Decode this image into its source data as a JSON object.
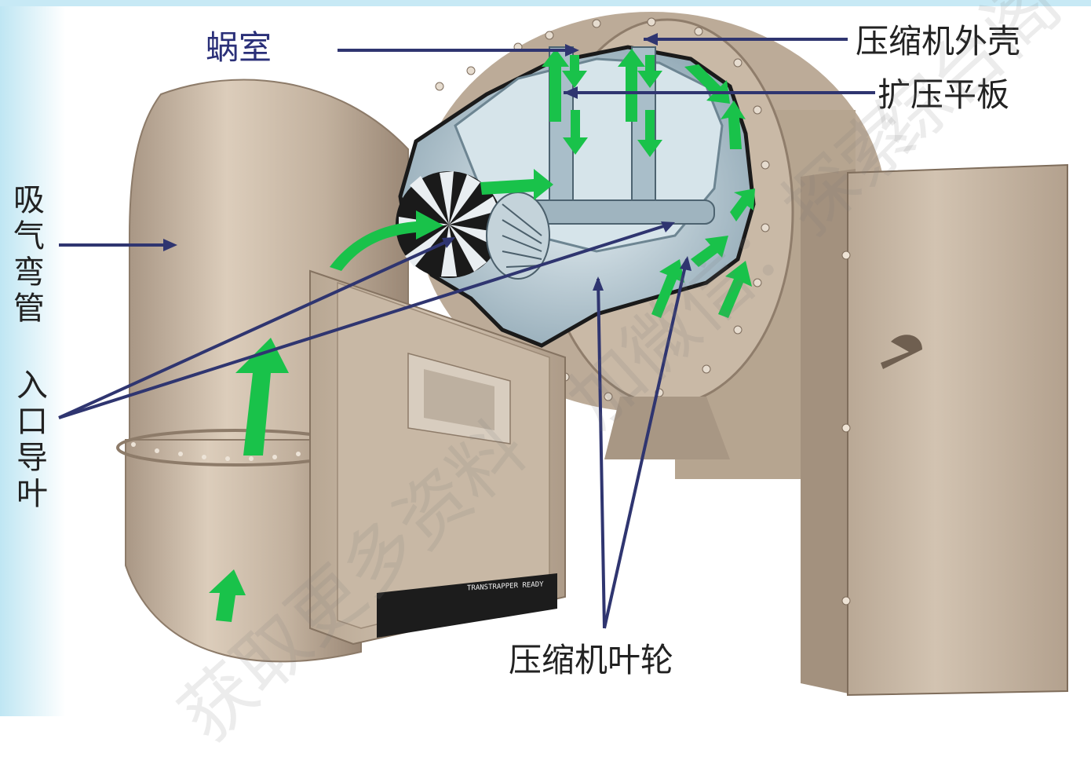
{
  "labels": {
    "volute": "蜗室",
    "compressor_casing": "压缩机外壳",
    "diffuser_plate": "扩压平板",
    "suction_elbow": "吸气弯管",
    "inlet_guide_vanes": "入口导叶",
    "impeller": "压缩机叶轮"
  },
  "panel": {
    "nameplate": "TRANSTRAPPER READY"
  },
  "watermarks": {
    "left": "获取更多资料",
    "right": "加微信：探索",
    "top": "综台阁"
  },
  "colors": {
    "background_left_strip": "#bfe6f3",
    "background_top_strip": "#c7e9f5",
    "casing_metal": "#c6b6a4",
    "flow_arrow": "#19c24a",
    "leader_line": "#2f3570",
    "label_text": "#222222",
    "volute_label": "#2a2f78"
  }
}
